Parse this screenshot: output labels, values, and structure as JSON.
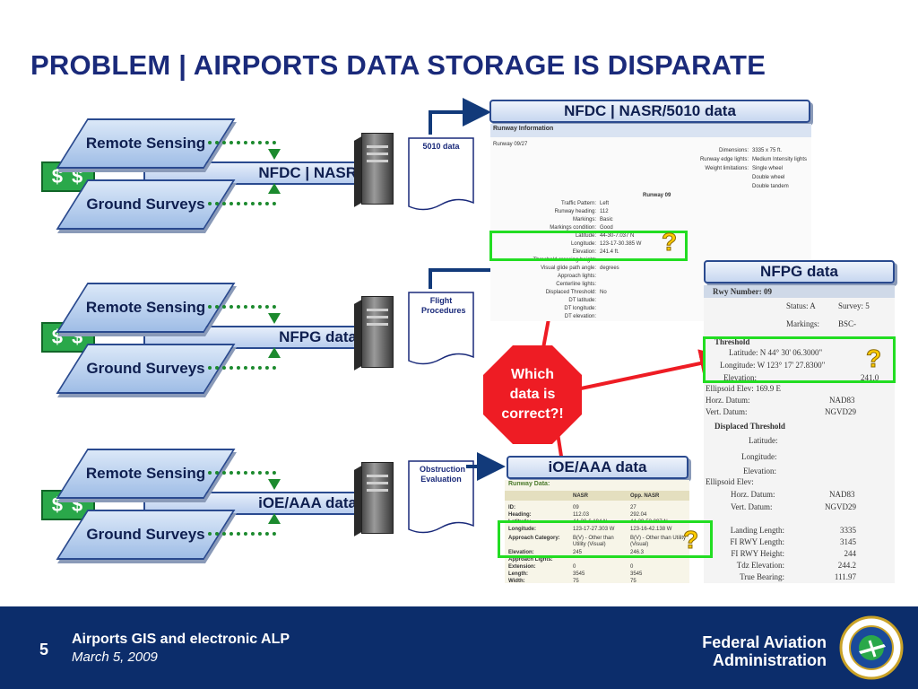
{
  "slide": {
    "title": "PROBLEM | AIRPORTS DATA STORAGE IS DISPARATE",
    "number": "5",
    "footer_title": "Airports GIS and electronic ALP",
    "footer_date": "March 5, 2009",
    "org_line1": "Federal Aviation",
    "org_line2": "Administration",
    "seal_icon": "faa-seal-icon"
  },
  "sources": {
    "remote": "Remote Sensing",
    "ground": "Ground Surveys",
    "money": "$ $"
  },
  "systems": [
    {
      "tag": "NFDC | NASR",
      "doc": "5010 data",
      "header": "NFDC | NASR/5010 data"
    },
    {
      "tag": "NFPG data",
      "doc": "Flight Procedures",
      "header": "NFPG data"
    },
    {
      "tag": "iOE/AAA data",
      "doc": "Obstruction Evaluation",
      "header": "iOE/AAA data"
    }
  ],
  "question_mark": "?",
  "callout": "Which data is correct?!",
  "nasr_panel": {
    "heading": "Runway Information",
    "runway": "Runway 09/27",
    "rows": [
      {
        "k": "Dimensions:",
        "v": "3335 x 75 ft."
      },
      {
        "k": "Runway edge lights:",
        "v": "Medium Intensity lights"
      },
      {
        "k": "Weight limitations:",
        "v": "Single wheel"
      },
      {
        "k": "",
        "v": "Double wheel"
      },
      {
        "k": "",
        "v": "Double tandem"
      }
    ],
    "rwy": "Runway 09",
    "rows2": [
      {
        "k": "Traffic Pattern:",
        "v": "Left"
      },
      {
        "k": "Runway heading:",
        "v": "112"
      },
      {
        "k": "Markings:",
        "v": "Basic"
      },
      {
        "k": "Markings condition:",
        "v": "Good"
      },
      {
        "k": "Latitude:",
        "v": "44-30-7.037 N"
      },
      {
        "k": "Longitude:",
        "v": "123-17-30.385 W"
      },
      {
        "k": "Elevation:",
        "v": "241.4 ft."
      },
      {
        "k": "Threshold crossing height:",
        "v": ""
      },
      {
        "k": "Visual glide path angle:",
        "v": "degrees"
      },
      {
        "k": "Approach lights:",
        "v": ""
      },
      {
        "k": "Centerline lights:",
        "v": ""
      },
      {
        "k": "Displaced Threshold:",
        "v": "No"
      },
      {
        "k": "DT latitude:",
        "v": ""
      },
      {
        "k": "DT longitude:",
        "v": ""
      },
      {
        "k": "DT elevation:",
        "v": ""
      }
    ]
  },
  "nfpg_panel": {
    "rwy_label": "Rwy Number:",
    "rwy_value": "09",
    "status_label": "Status:",
    "status_value": "A",
    "survey_label": "Survey:",
    "survey_value": "5",
    "markings_label": "Markings:",
    "markings_value": "BSC-",
    "threshold": "Threshold",
    "lat_label": "Latitude:",
    "lat_value": "N   44° 30' 06.3000\"",
    "lon_label": "Longitude:",
    "lon_value": "W  123° 17' 27.8300\"",
    "elev_label": "Elevation:",
    "elev_value": "241.0",
    "ellip_label": "Ellipsoid Elev:",
    "ellip_value": "169.9",
    "ellip_e": "E",
    "horz_label": "Horz. Datum:",
    "horz_value": "NAD83",
    "vert_label": "Vert. Datum:",
    "vert_value": "NGVD29",
    "displaced": "Displaced Threshold",
    "d_lat": "Latitude:",
    "d_lon": "Longitude:",
    "d_elev": "Elevation:",
    "d_ellip": "Ellipsoid Elev:",
    "d_horz": "Horz. Datum:",
    "d_horz_v": "NAD83",
    "d_vert": "Vert. Datum:",
    "d_vert_v": "NGVD29",
    "bottom": [
      {
        "k": "Landing Length:",
        "v": "3335"
      },
      {
        "k": "FI RWY Length:",
        "v": "3145"
      },
      {
        "k": "FI RWY Height:",
        "v": "244"
      },
      {
        "k": "Tdz Elevation:",
        "v": "244.2"
      },
      {
        "k": "True Bearing:",
        "v": "111.97"
      }
    ]
  },
  "ioe_panel": {
    "heading": "Runway Data:",
    "col1": "NASR",
    "col2": "Opp. NASR",
    "rows": [
      {
        "k": "ID:",
        "a": "09",
        "b": "27"
      },
      {
        "k": "Heading:",
        "a": "112.03",
        "b": "292.04"
      },
      {
        "k": "Latitude:",
        "a": "44-30-6.194 N",
        "b": "44-29-53.097 N"
      },
      {
        "k": "Longitude:",
        "a": "123-17-27.303 W",
        "b": "123-16-42.138 W"
      },
      {
        "k": "Approach Category:",
        "a": "B(V) - Other than Utility (Visual)",
        "b": "B(V) - Other than Utility (Visual)"
      },
      {
        "k": "Elevation:",
        "a": "245",
        "b": "246.3"
      },
      {
        "k": "Approach Lights:",
        "a": "",
        "b": ""
      },
      {
        "k": "Extension:",
        "a": "0",
        "b": "0"
      },
      {
        "k": "Length:",
        "a": "3545",
        "b": "3545"
      },
      {
        "k": "Width:",
        "a": "75",
        "b": "75"
      }
    ]
  }
}
